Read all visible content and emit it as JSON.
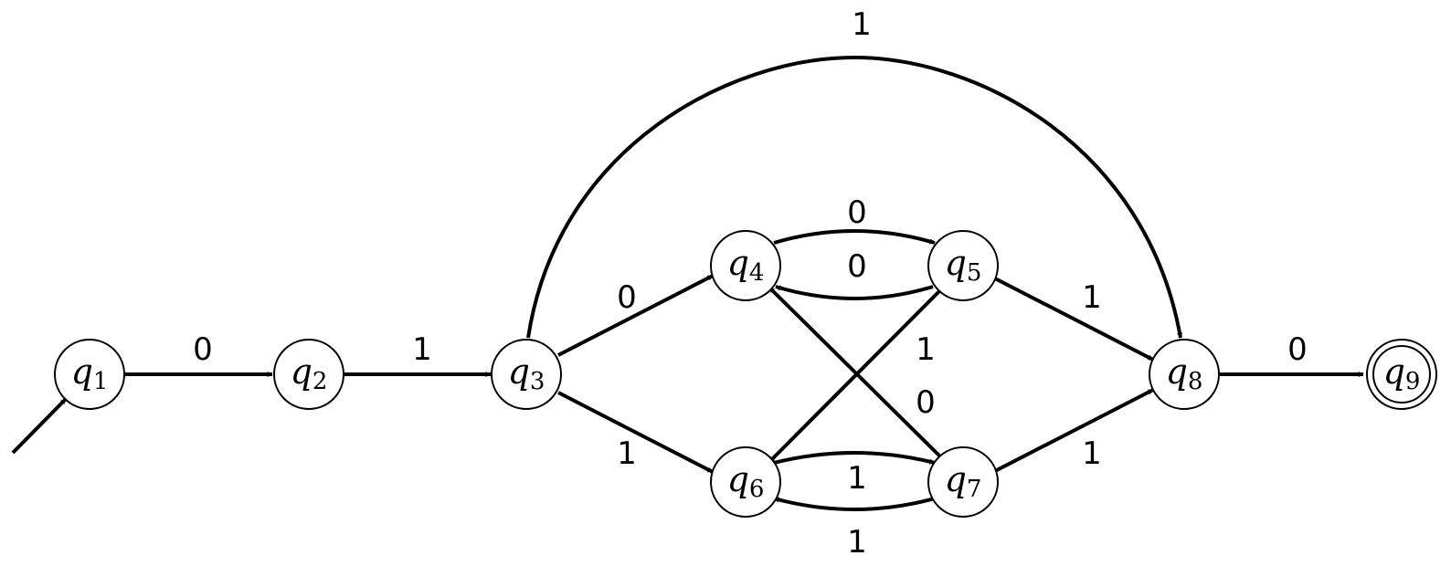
{
  "automaton": {
    "states": [
      {
        "id": "q1",
        "symbol": "q",
        "index": "1",
        "accepting": false
      },
      {
        "id": "q2",
        "symbol": "q",
        "index": "2",
        "accepting": false
      },
      {
        "id": "q3",
        "symbol": "q",
        "index": "3",
        "accepting": false
      },
      {
        "id": "q4",
        "symbol": "q",
        "index": "4",
        "accepting": false
      },
      {
        "id": "q5",
        "symbol": "q",
        "index": "5",
        "accepting": false
      },
      {
        "id": "q6",
        "symbol": "q",
        "index": "6",
        "accepting": false
      },
      {
        "id": "q7",
        "symbol": "q",
        "index": "7",
        "accepting": false
      },
      {
        "id": "q8",
        "symbol": "q",
        "index": "8",
        "accepting": false
      },
      {
        "id": "q9",
        "symbol": "q",
        "index": "9",
        "accepting": true
      }
    ],
    "start_state": "q1",
    "transitions": [
      {
        "from": "q1",
        "to": "q2",
        "label": "0"
      },
      {
        "from": "q2",
        "to": "q3",
        "label": "1"
      },
      {
        "from": "q3",
        "to": "q4",
        "label": "0"
      },
      {
        "from": "q3",
        "to": "q6",
        "label": "1"
      },
      {
        "from": "q3",
        "to": "q8",
        "label": "1"
      },
      {
        "from": "q4",
        "to": "q5",
        "label": "0"
      },
      {
        "from": "q5",
        "to": "q4",
        "label": "0"
      },
      {
        "from": "q5",
        "to": "q6",
        "label": "1"
      },
      {
        "from": "q5",
        "to": "q8",
        "label": "1"
      },
      {
        "from": "q7",
        "to": "q4",
        "label": "0"
      },
      {
        "from": "q6",
        "to": "q7",
        "label": "1"
      },
      {
        "from": "q7",
        "to": "q6",
        "label": "1"
      },
      {
        "from": "q7",
        "to": "q8",
        "label": "1"
      },
      {
        "from": "q8",
        "to": "q9",
        "label": "0"
      }
    ]
  }
}
